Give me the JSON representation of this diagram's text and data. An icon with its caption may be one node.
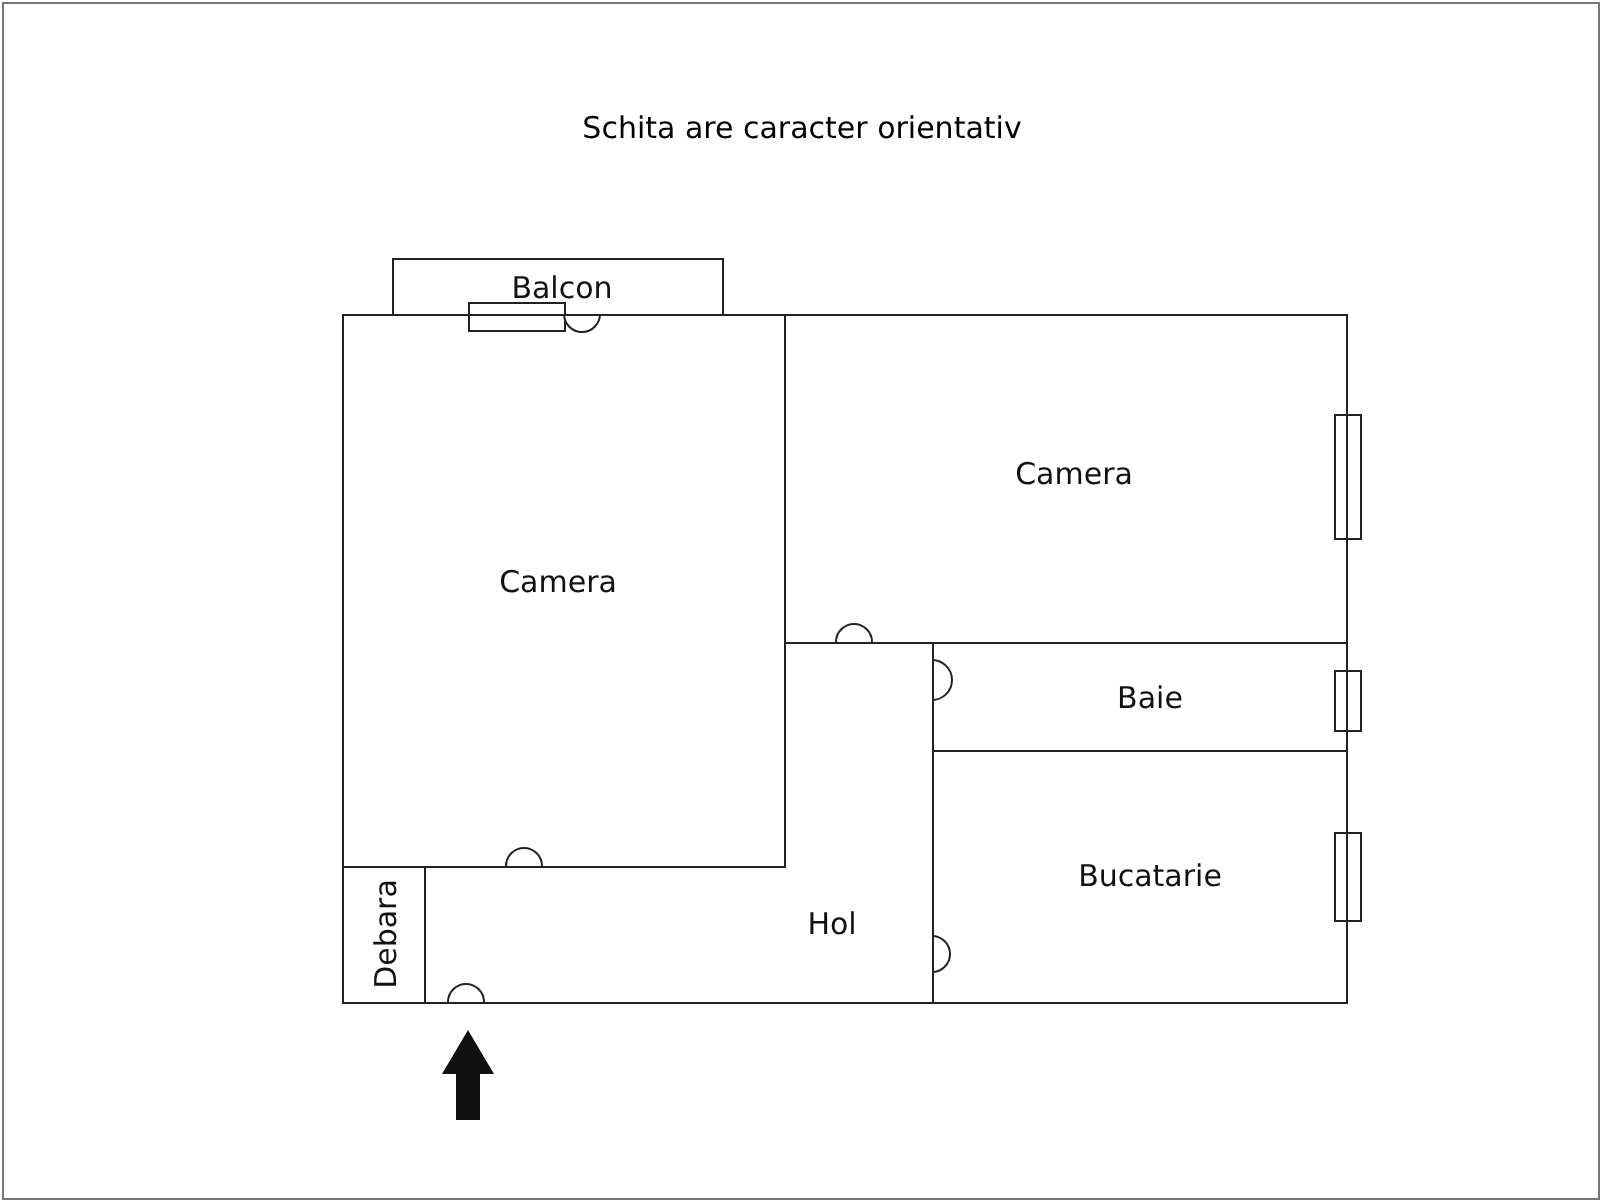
{
  "diagram": {
    "title": "Schita are caracter orientativ",
    "nodes": [
      {
        "text": [
          "Balcon"
        ]
      },
      {
        "text": [
          "Camera"
        ]
      },
      {
        "text": [
          "Camera"
        ]
      },
      {
        "text": [
          "Baie"
        ]
      },
      {
        "text": [
          "Bucatarie"
        ]
      },
      {
        "text": [
          "Debara"
        ]
      },
      {
        "text": [
          "Hol"
        ]
      }
    ],
    "edges": []
  }
}
